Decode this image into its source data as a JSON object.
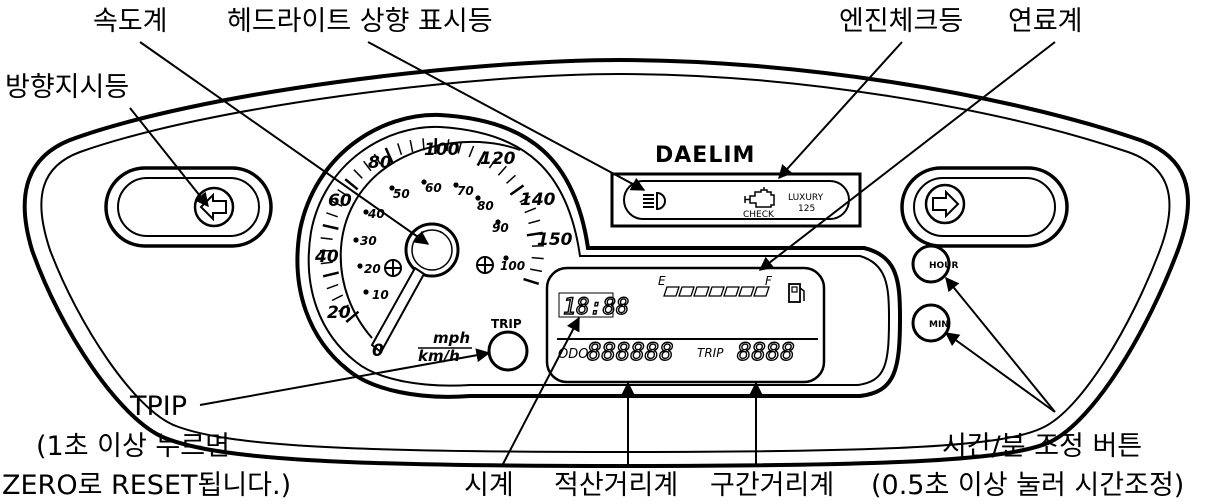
{
  "labels": {
    "speedometer": "속도계",
    "high_beam": "헤드라이트 상향 표시등",
    "engine_check": "엔진체크등",
    "fuel_gauge": "연료계",
    "turn_signal": "방향지시등",
    "trip_button_title": "TPIP",
    "trip_button_note1": "(1초 이상 누르면",
    "trip_button_note2": "ZERO로 RESET됩니다.)",
    "clock": "시계",
    "odometer": "적산거리계",
    "trip_meter": "구간거리계",
    "time_adjust_title": "시간/분 조정 버튼",
    "time_adjust_note": "(0.5초 이상 눌러 시간조정)"
  },
  "panel": {
    "brand": "DAELIM",
    "check": "CHECK",
    "model_name": "LUXURY",
    "model_number": "125",
    "trip_button": "TRIP",
    "hour_button": "HOUR",
    "min_button": "MIN",
    "unit_mph": "mph",
    "unit_kmh": "km/h",
    "fuel_empty": "E",
    "fuel_full": "F",
    "clock_display": "18:88",
    "odo_label": "ODO",
    "odo_display": "888888",
    "trip_label": "TRIP",
    "trip_display": "8888"
  },
  "speedometer": {
    "mph_ticks": [
      "0",
      "20",
      "40",
      "60",
      "80",
      "100",
      "120",
      "140",
      "150"
    ],
    "kmh_ticks": [
      "10",
      "20",
      "30",
      "40",
      "50",
      "60",
      "70",
      "80",
      "90",
      "100"
    ]
  },
  "colors": {
    "ink": "#000000",
    "background": "#ffffff"
  }
}
